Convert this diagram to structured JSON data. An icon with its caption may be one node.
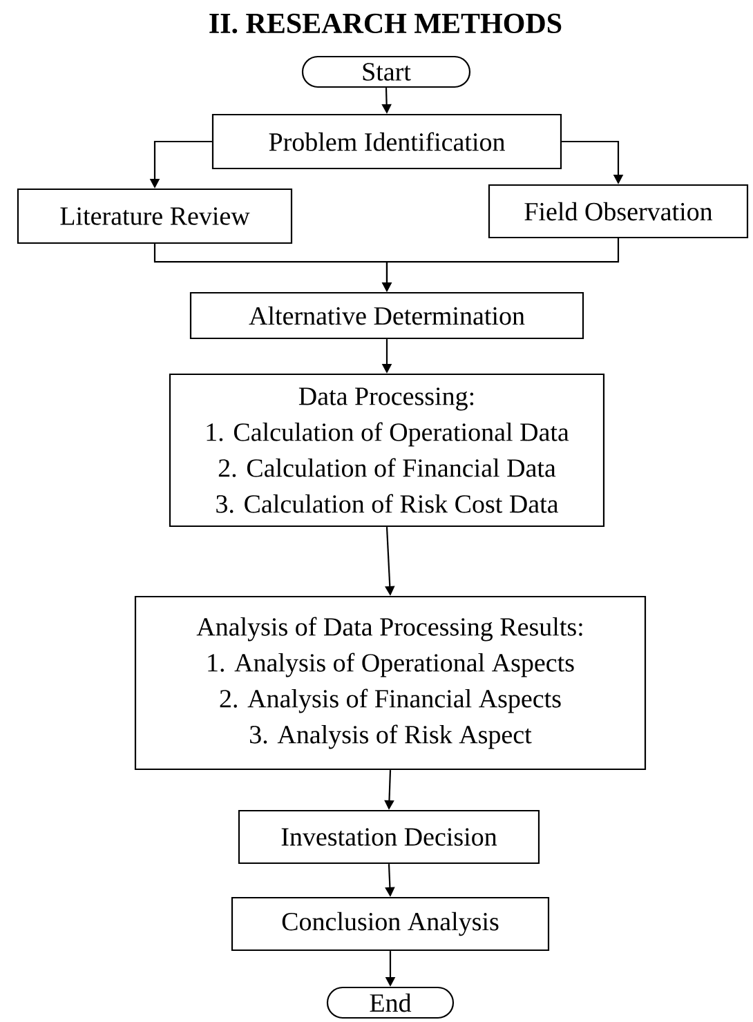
{
  "diagram": {
    "title": "II. RESEARCH METHODS",
    "nodes": [
      {
        "text": [
          "Start"
        ]
      },
      {
        "text": [
          "Problem Identification"
        ]
      },
      {
        "text": [
          "Literature Review"
        ]
      },
      {
        "text": [
          "Field Observation"
        ]
      },
      {
        "text": [
          "Alternative Determination"
        ]
      },
      {
        "text": [
          "Data Processing:",
          "1. Calculation of Operational Data",
          "2. Calculation of Financial Data",
          "3. Calculation of Risk Cost Data"
        ]
      },
      {
        "text": [
          "Analysis of Data Processing Results:",
          "1. Analysis of Operational Aspects",
          "2. Analysis of Financial Aspects",
          "3. Analysis of Risk Aspect"
        ]
      },
      {
        "text": [
          "Investation Decision"
        ]
      },
      {
        "text": [
          "Conclusion Analysis"
        ]
      },
      {
        "text": [
          "End"
        ]
      }
    ],
    "edges": [
      {
        "from": 0,
        "to": 1,
        "arrow": "to"
      },
      {
        "from": 1,
        "to": 2,
        "arrow": "to"
      },
      {
        "from": 1,
        "to": 3,
        "arrow": "to"
      },
      {
        "from": 2,
        "to": 4,
        "arrow": "to"
      },
      {
        "from": 3,
        "to": 4,
        "arrow": "to"
      },
      {
        "from": 4,
        "to": 5,
        "arrow": "to"
      },
      {
        "from": 5,
        "to": 6,
        "arrow": "to"
      },
      {
        "from": 6,
        "to": 7,
        "arrow": "to"
      },
      {
        "from": 7,
        "to": 8,
        "arrow": "to"
      },
      {
        "from": 8,
        "to": 9,
        "arrow": "to"
      }
    ]
  }
}
